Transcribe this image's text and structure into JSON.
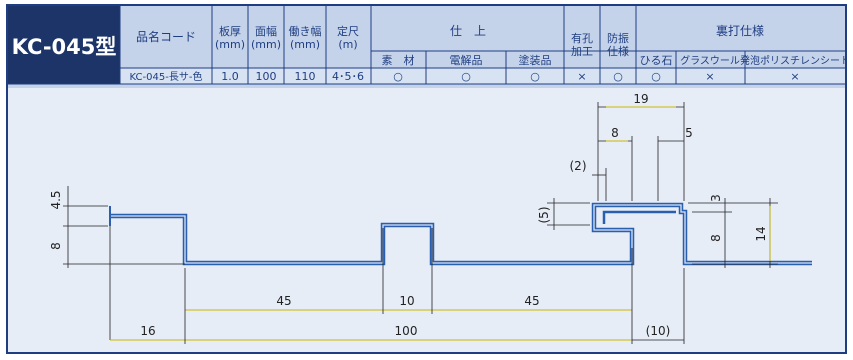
{
  "model": "KC-045型",
  "headers": {
    "name": "品名コード",
    "thickness": [
      "板厚",
      "(mm)"
    ],
    "face_width": [
      "面幅",
      "(mm)"
    ],
    "working_width": [
      "働き幅",
      "(mm)"
    ],
    "length": [
      "定尺",
      "(m)"
    ],
    "finish": "仕　上",
    "perforation": [
      "有孔",
      "加工"
    ],
    "anti_vibration": [
      "防振",
      "仕様"
    ],
    "backing": "裏打仕様"
  },
  "finish_cols": [
    "素　材",
    "電解品",
    "塗装品"
  ],
  "backing_cols": [
    "ひる石",
    "グラスウール",
    "発泡ポリスチレンシート"
  ],
  "row": {
    "name": "KC-045-長サ-色",
    "thickness": "1.0",
    "face_width": "100",
    "working_width": "110",
    "length": "4･5･6",
    "raw": "○",
    "electro": "○",
    "painted": "○",
    "perforation": "×",
    "anti_vibration": "○",
    "vermiculite": "○",
    "glasswool": "×",
    "polystyrene": "×"
  },
  "dims": {
    "d19": "19",
    "d8_top": "8",
    "d5": "5",
    "d2": "(2)",
    "d5_left": "(5)",
    "d3": "3",
    "d14": "14",
    "d8_right": "8",
    "d45_left": "4.5",
    "d8_left": "8",
    "d45_a": "45",
    "d10": "10",
    "d45_b": "45",
    "d16": "16",
    "d100": "100",
    "d10_paren": "(10)"
  },
  "colors": {
    "frame": "#1f3e82",
    "header_bg": "#c5d3ea",
    "row_bg": "#d7e3f3",
    "model_bg": "#1c3468",
    "profile": "#2a5fb0",
    "dim_line": "#222222",
    "yellow": "#c9b600",
    "background": "#e6edf7"
  }
}
